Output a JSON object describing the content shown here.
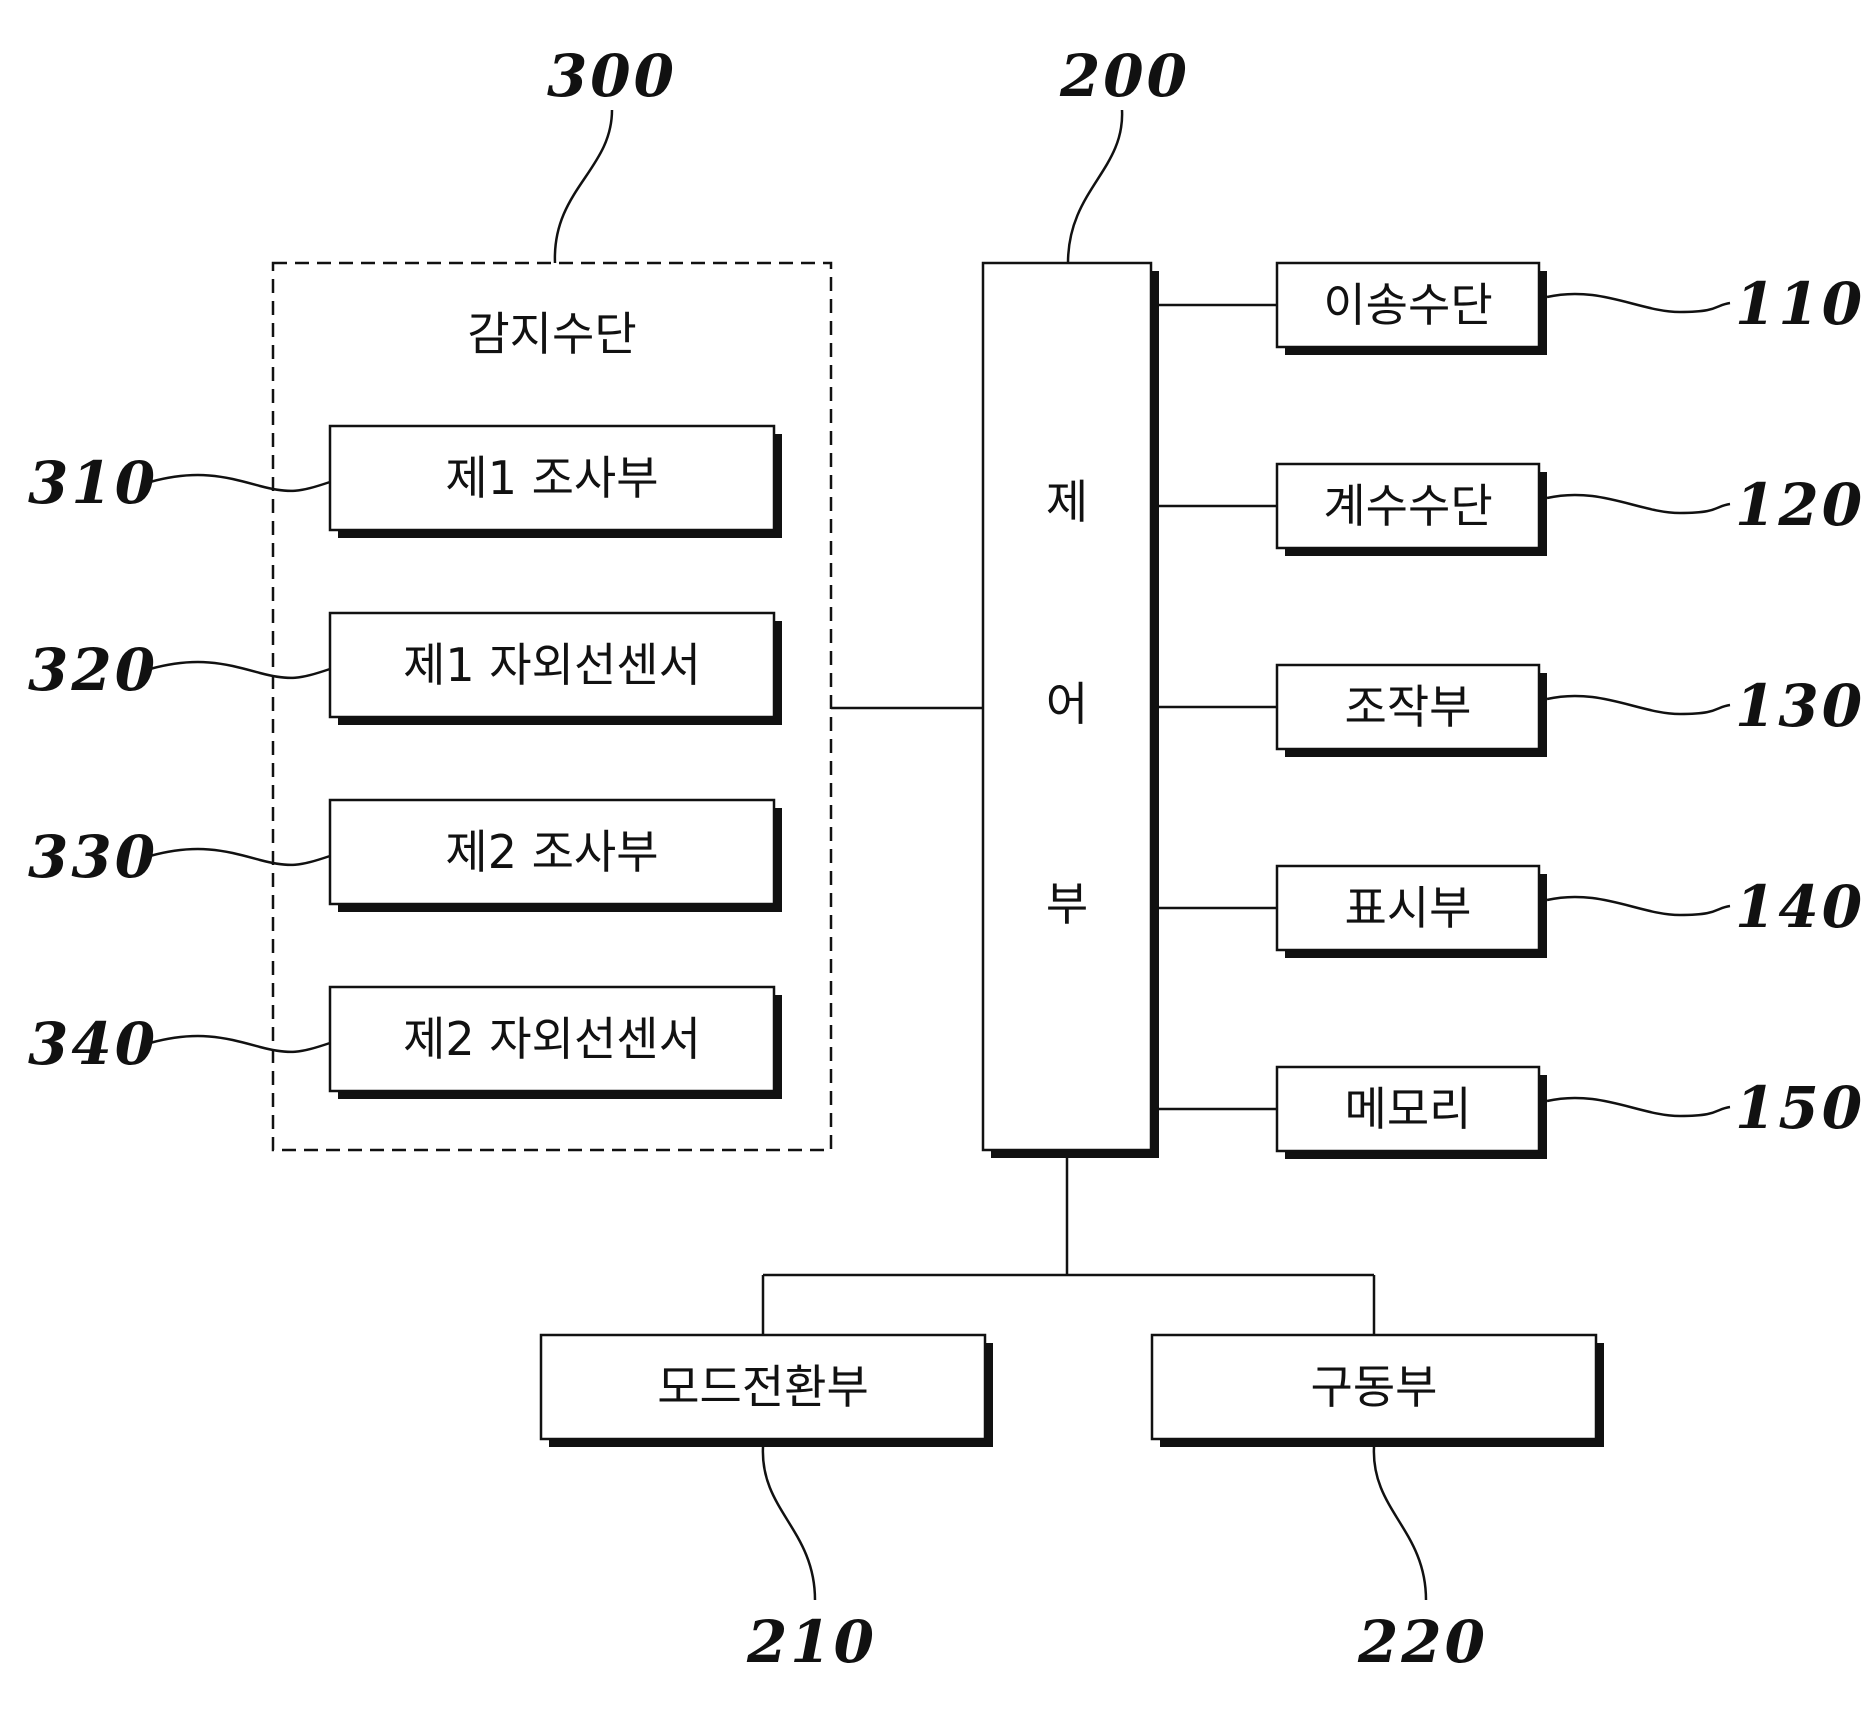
{
  "sensing": {
    "ref": "300",
    "title": "감지수단",
    "items": [
      {
        "ref": "310",
        "label": "제1 조사부"
      },
      {
        "ref": "320",
        "label": "제1 자외선센서"
      },
      {
        "ref": "330",
        "label": "제2 조사부"
      },
      {
        "ref": "340",
        "label": "제2 자외선센서"
      }
    ]
  },
  "controller": {
    "ref": "200",
    "chars": [
      "제",
      "어",
      "부"
    ]
  },
  "right_units": [
    {
      "ref": "110",
      "label": "이송수단"
    },
    {
      "ref": "120",
      "label": "계수수단"
    },
    {
      "ref": "130",
      "label": "조작부"
    },
    {
      "ref": "140",
      "label": "표시부"
    },
    {
      "ref": "150",
      "label": "메모리"
    }
  ],
  "bottom_units": [
    {
      "ref": "210",
      "label": "모드전환부"
    },
    {
      "ref": "220",
      "label": "구동부"
    }
  ]
}
